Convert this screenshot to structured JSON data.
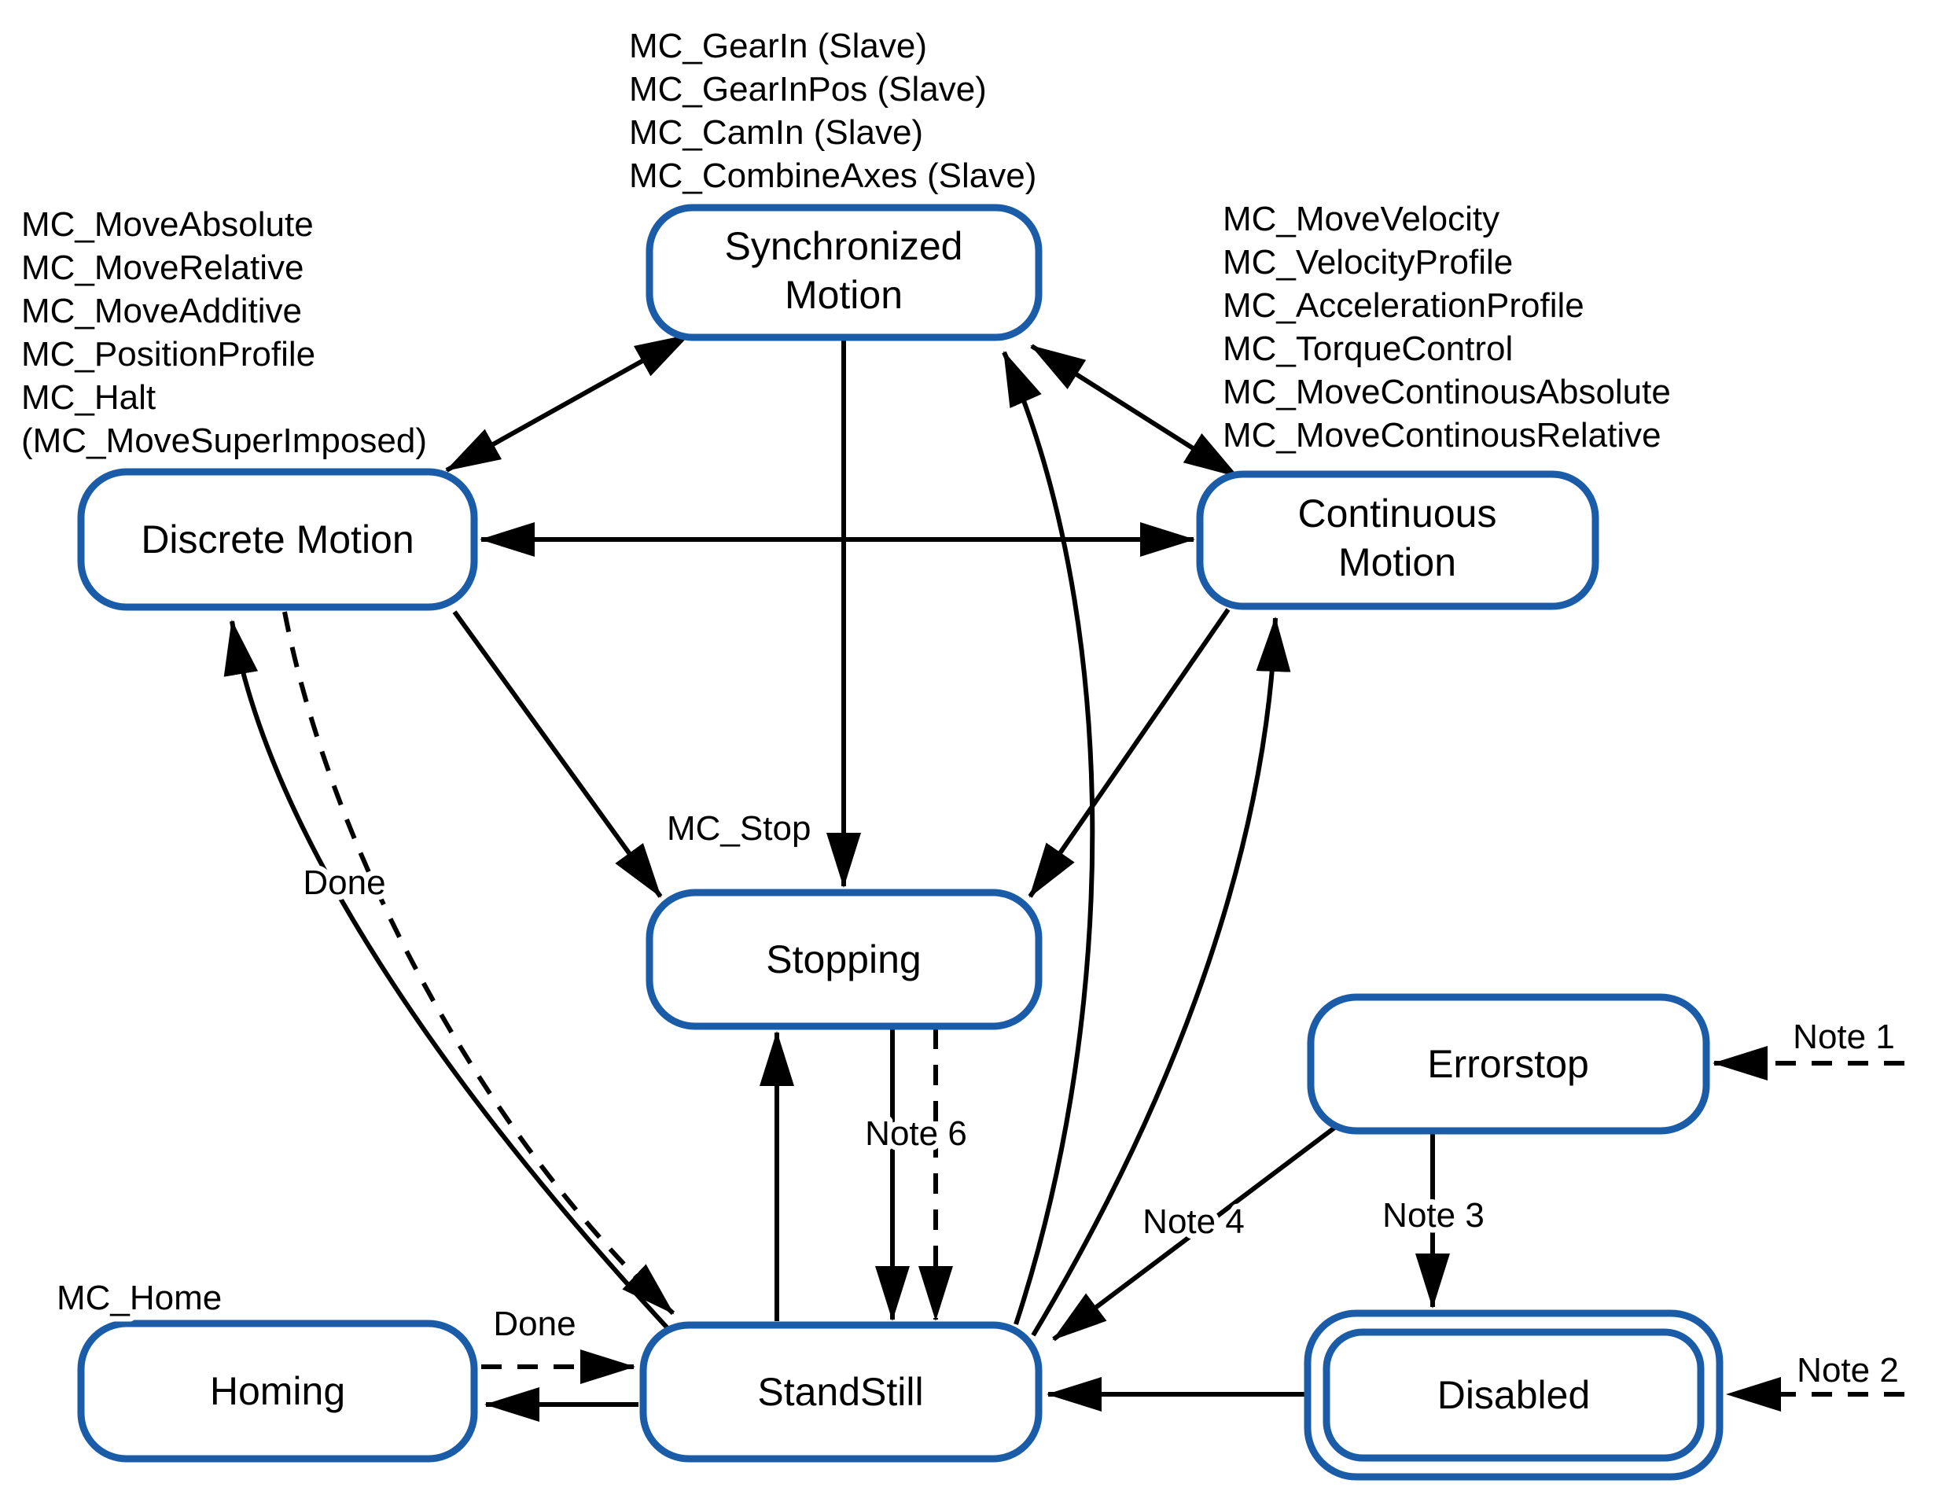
{
  "diagram": {
    "type": "state-machine",
    "states": {
      "synchronized": {
        "line1": "Synchronized",
        "line2": "Motion"
      },
      "discrete": {
        "label": "Discrete Motion"
      },
      "continuous": {
        "line1": "Continuous",
        "line2": "Motion"
      },
      "stopping": {
        "label": "Stopping"
      },
      "errorstop": {
        "label": "Errorstop"
      },
      "homing": {
        "label": "Homing"
      },
      "standstill": {
        "label": "StandStill"
      },
      "disabled": {
        "label": "Disabled"
      }
    },
    "function_lists": {
      "synchronized": [
        "MC_GearIn (Slave)",
        "MC_GearInPos (Slave)",
        "MC_CamIn (Slave)",
        "MC_CombineAxes (Slave)"
      ],
      "discrete": [
        "MC_MoveAbsolute",
        "MC_MoveRelative",
        "MC_MoveAdditive",
        "MC_PositionProfile",
        "MC_Halt",
        "(MC_MoveSuperImposed)"
      ],
      "continuous": [
        "MC_MoveVelocity",
        "MC_VelocityProfile",
        "MC_AccelerationProfile",
        "MC_TorqueControl",
        "MC_MoveContinousAbsolute",
        "MC_MoveContinousRelative"
      ]
    },
    "edge_labels": {
      "mc_stop": "MC_Stop",
      "mc_home": "MC_Home",
      "done_discrete_to_standstill": "Done",
      "done_homing_to_standstill": "Done",
      "note1": "Note 1",
      "note2": "Note 2",
      "note3": "Note 3",
      "note4": "Note 4",
      "note6": "Note 6"
    },
    "colors": {
      "state_border": "#1b5ca8",
      "line": "#000000",
      "background": "#ffffff"
    }
  }
}
